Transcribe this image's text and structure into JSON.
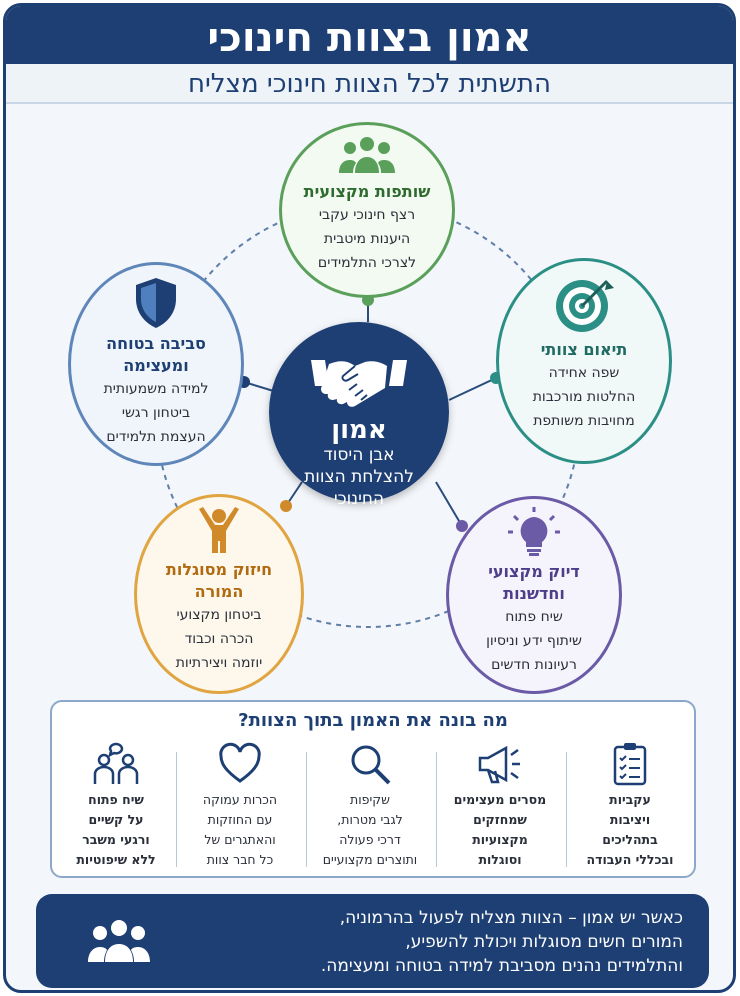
{
  "header": {
    "title": "אמון בצוות חינוכי",
    "subtitle": "התשתית לכל הצוות חינוכי מצליח"
  },
  "center": {
    "icon": "handshake-icon",
    "title": "אמון",
    "lines": [
      "אבן היסוד",
      "להצלחת הצוות",
      "החינוכי"
    ]
  },
  "pillars": [
    {
      "icon": "people-group-icon",
      "color": "#5aa05a",
      "title": [
        "שותפות מקצועית"
      ],
      "lines": [
        "רצף חינוכי עקבי",
        "היענות מיטבית",
        "לצרכי התלמידים"
      ]
    },
    {
      "icon": "target-icon",
      "color": "#2b8f86",
      "title": [
        "תיאום צוותי"
      ],
      "lines": [
        "שפה אחידה",
        "החלטות מורכבות",
        "מחויבות משותפת"
      ]
    },
    {
      "icon": "lightbulb-icon",
      "color": "#6b5aa6",
      "title": [
        "דיוק מקצועי",
        "וחדשנות"
      ],
      "lines": [
        "שיח פתוח",
        "שיתוף ידע וניסיון",
        "רעיונות חדשים"
      ]
    },
    {
      "icon": "raised-arms-person-icon",
      "color": "#d08a2a",
      "title": [
        "חיזוק מסוגלות",
        "המורה"
      ],
      "lines": [
        "ביטחון מקצועי",
        "הכרה וכבוד",
        "יוזמה ויצירתיות"
      ]
    },
    {
      "icon": "shield-icon",
      "color": "#1e3f73",
      "title": [
        "סביבה בטוחה",
        "ומעצימה"
      ],
      "lines": [
        "למידה משמעותית",
        "ביטחון רגשי",
        "העצמת תלמידים"
      ]
    }
  ],
  "builds": {
    "title": "מה בונה את האמון בתוך הצוות?",
    "items": [
      {
        "icon": "clipboard-checklist-icon",
        "lines": [
          "עקביות",
          "ויציבות",
          "בתהליכים",
          "ובכללי העבודה"
        ]
      },
      {
        "icon": "megaphone-icon",
        "lines": [
          "מסרים מעצימים",
          "שמחזקים",
          "מקצועיות",
          "וסוגלות"
        ]
      },
      {
        "icon": "magnifier-icon",
        "lines": [
          "שקיפות",
          "לגבי מטרות,",
          "דרכי פעולה",
          "ותוצרים מקצועיים"
        ]
      },
      {
        "icon": "heart-icon",
        "lines": [
          "הכרות עמוקה",
          "עם החוזקות",
          "והאתגרים של",
          "כל חבר צוות"
        ]
      },
      {
        "icon": "two-people-talking-icon",
        "lines": [
          "שיח פתוח",
          "על קשיים",
          "ורגעי משבר",
          "ללא שיפוטיות"
        ]
      }
    ]
  },
  "footer": {
    "icon": "people-group-icon",
    "lines": [
      "כאשר יש אמון – הצוות מצליח לפעול בהרמוניה,",
      "המורים חשים מסוגלות ויכולת להשפיע,",
      "והתלמידים נהנים מסביבת למידה בטוחה ומעצימה."
    ]
  }
}
